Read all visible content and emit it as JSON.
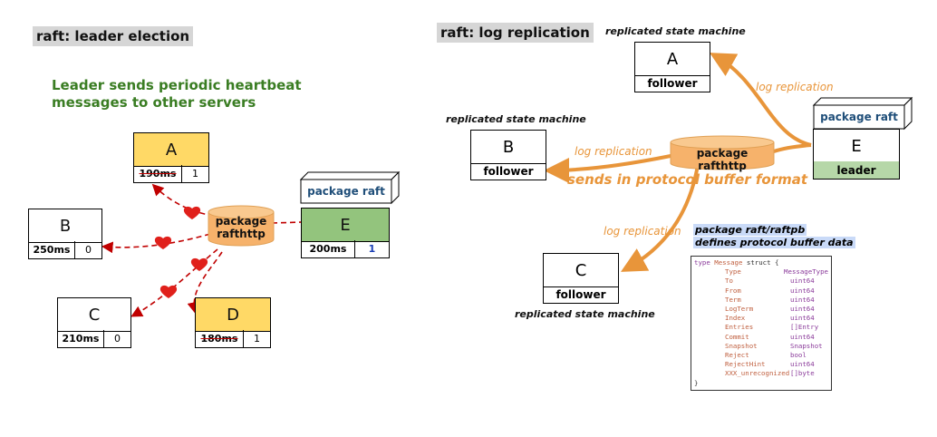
{
  "left": {
    "title": "raft: leader election",
    "subtitle_line1": "Leader sends periodic heartbeat",
    "subtitle_line2": "messages to other servers",
    "package_raft": "package raft",
    "cyl_line1": "package",
    "cyl_line2": "rafthttp",
    "nodes": {
      "A": {
        "name": "A",
        "timeout": "190ms",
        "term": "1"
      },
      "B": {
        "name": "B",
        "timeout": "250ms",
        "term": "0"
      },
      "C": {
        "name": "C",
        "timeout": "210ms",
        "term": "0"
      },
      "D": {
        "name": "D",
        "timeout": "180ms",
        "term": "1"
      },
      "E": {
        "name": "E",
        "timeout": "200ms",
        "term": "1"
      }
    }
  },
  "right": {
    "title": "raft: log replication",
    "rsm": "replicated state machine",
    "log_replication": "log replication",
    "cyl_label": "package rafthttp",
    "pb_format": "sends in protocol buffer format",
    "package_raft": "package raft",
    "raftpb_line1": "package raft/raftpb",
    "raftpb_line2": "defines protocol buffer data",
    "nodes": {
      "A": {
        "name": "A",
        "role": "follower"
      },
      "B": {
        "name": "B",
        "role": "follower"
      },
      "C": {
        "name": "C",
        "role": "follower"
      },
      "E": {
        "name": "E",
        "role": "leader"
      }
    },
    "code": {
      "header_type": "type",
      "header_name": "Message",
      "header_struct": "struct {",
      "fields": [
        {
          "name": "Type",
          "type": "MessageType"
        },
        {
          "name": "To",
          "type": "uint64"
        },
        {
          "name": "From",
          "type": "uint64"
        },
        {
          "name": "Term",
          "type": "uint64"
        },
        {
          "name": "LogTerm",
          "type": "uint64"
        },
        {
          "name": "Index",
          "type": "uint64"
        },
        {
          "name": "Entries",
          "type": "[]Entry"
        },
        {
          "name": "Commit",
          "type": "uint64"
        },
        {
          "name": "Snapshot",
          "type": "Snapshot"
        },
        {
          "name": "Reject",
          "type": "bool"
        },
        {
          "name": "RejectHint",
          "type": "uint64"
        },
        {
          "name": "XXX_unrecognized",
          "type": "[]byte"
        }
      ],
      "footer": "}"
    }
  },
  "colors": {
    "candidate_fill": "#ffd966",
    "leader_fill": "#93c47d",
    "leader_role_fill": "#b6d7a8",
    "cylinder_fill": "#f6b26b",
    "orange_arrow": "#e8953a",
    "heartbeat_red": "#c00000",
    "title_green": "#3a7d23",
    "pkg_blue": "#1f4e79",
    "raftpb_highlight": "#c9daf8"
  }
}
